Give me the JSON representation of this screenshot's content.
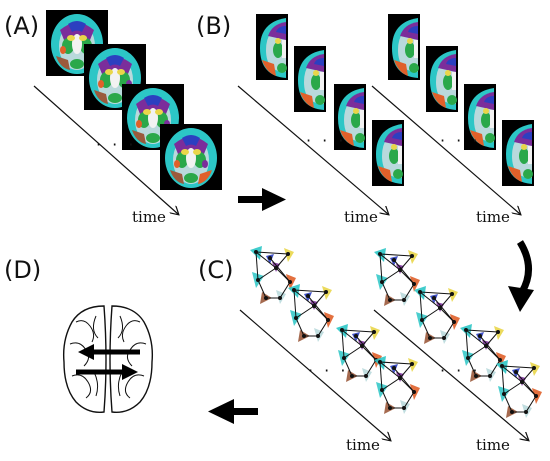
{
  "panels": {
    "a": {
      "label": "(A)"
    },
    "b": {
      "label": "(B)"
    },
    "c": {
      "label": "(C)"
    },
    "d": {
      "label": "(D)"
    }
  },
  "axes": {
    "time_label": "time",
    "ellipsis": "· · ·"
  },
  "colors": {
    "background": "#ffffff",
    "slice_bg": "#000000",
    "arrow": "#000000",
    "region_cyan": "#2cc6c6",
    "region_lightblue": "#b9d9dc",
    "region_blue": "#2c3fc0",
    "region_purple": "#7b2d9b",
    "region_green": "#2aa84a",
    "region_orange": "#e0602a",
    "region_yellow": "#e9d64a",
    "region_brown": "#9b5a3c",
    "region_white": "#f2f2f2"
  }
}
